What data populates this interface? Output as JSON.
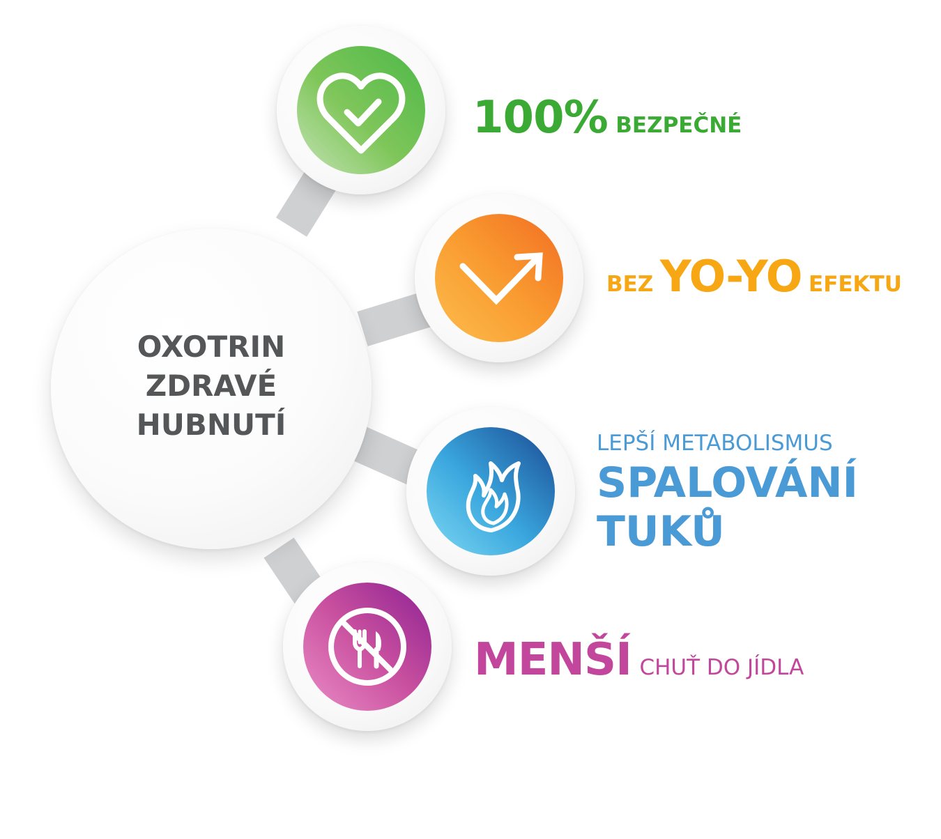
{
  "center": {
    "lines": [
      "OXOTRIN",
      "ZDRAVÉ",
      "HUBNUTÍ"
    ]
  },
  "nodes": [
    {
      "icon": "heart-check-icon",
      "label_big": "100%",
      "label_small": "BEZPEČNÉ",
      "color": "#3aaa35",
      "gradient": [
        "#a9d58f",
        "#4cb848"
      ]
    },
    {
      "icon": "trend-arrow-icon",
      "label_pre": "BEZ",
      "label_big": "YO-YO",
      "label_post": "EFEKTU",
      "color": "#f7a614",
      "gradient": [
        "#fdb94a",
        "#f26d23"
      ]
    },
    {
      "icon": "flame-icon",
      "label_small": "LEPŠÍ METABOLISMUS",
      "label_big_line1": "SPALOVÁNÍ",
      "label_big_line2": "TUKŮ",
      "color": "#4a9ad6",
      "gradient": [
        "#6fd2f0",
        "#1d4e96"
      ]
    },
    {
      "icon": "no-food-icon",
      "label_big": "MENŠÍ",
      "label_small": "CHUŤ DO JÍDLA",
      "color": "#c2479c",
      "gradient": [
        "#e987c3",
        "#8e2393"
      ]
    }
  ]
}
